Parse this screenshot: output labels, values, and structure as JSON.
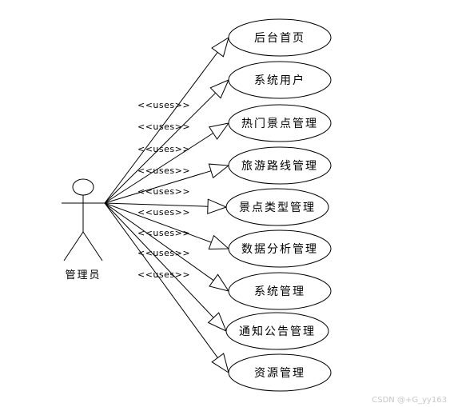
{
  "actor": {
    "label": "管理员"
  },
  "relation_label": "<<uses>>",
  "use_cases": [
    {
      "label": "后台首页"
    },
    {
      "label": "系统用户"
    },
    {
      "label": "热门景点管理"
    },
    {
      "label": "旅游路线管理"
    },
    {
      "label": "景点类型管理"
    },
    {
      "label": "数据分析管理"
    },
    {
      "label": "系统管理"
    },
    {
      "label": "通知公告管理"
    },
    {
      "label": "资源管理"
    }
  ],
  "uses_labels": [
    "<<uses>>",
    "<<uses>>",
    "<<uses>>",
    "<<uses>>",
    "<<uses>>",
    "<<uses>>",
    "<<uses>>",
    "<<uses>>",
    "<<uses>>"
  ],
  "watermark": "CSDN @+G_yy163",
  "colors": {
    "stroke": "#000000",
    "background": "#ffffff",
    "watermark": "#c8c8c8"
  }
}
